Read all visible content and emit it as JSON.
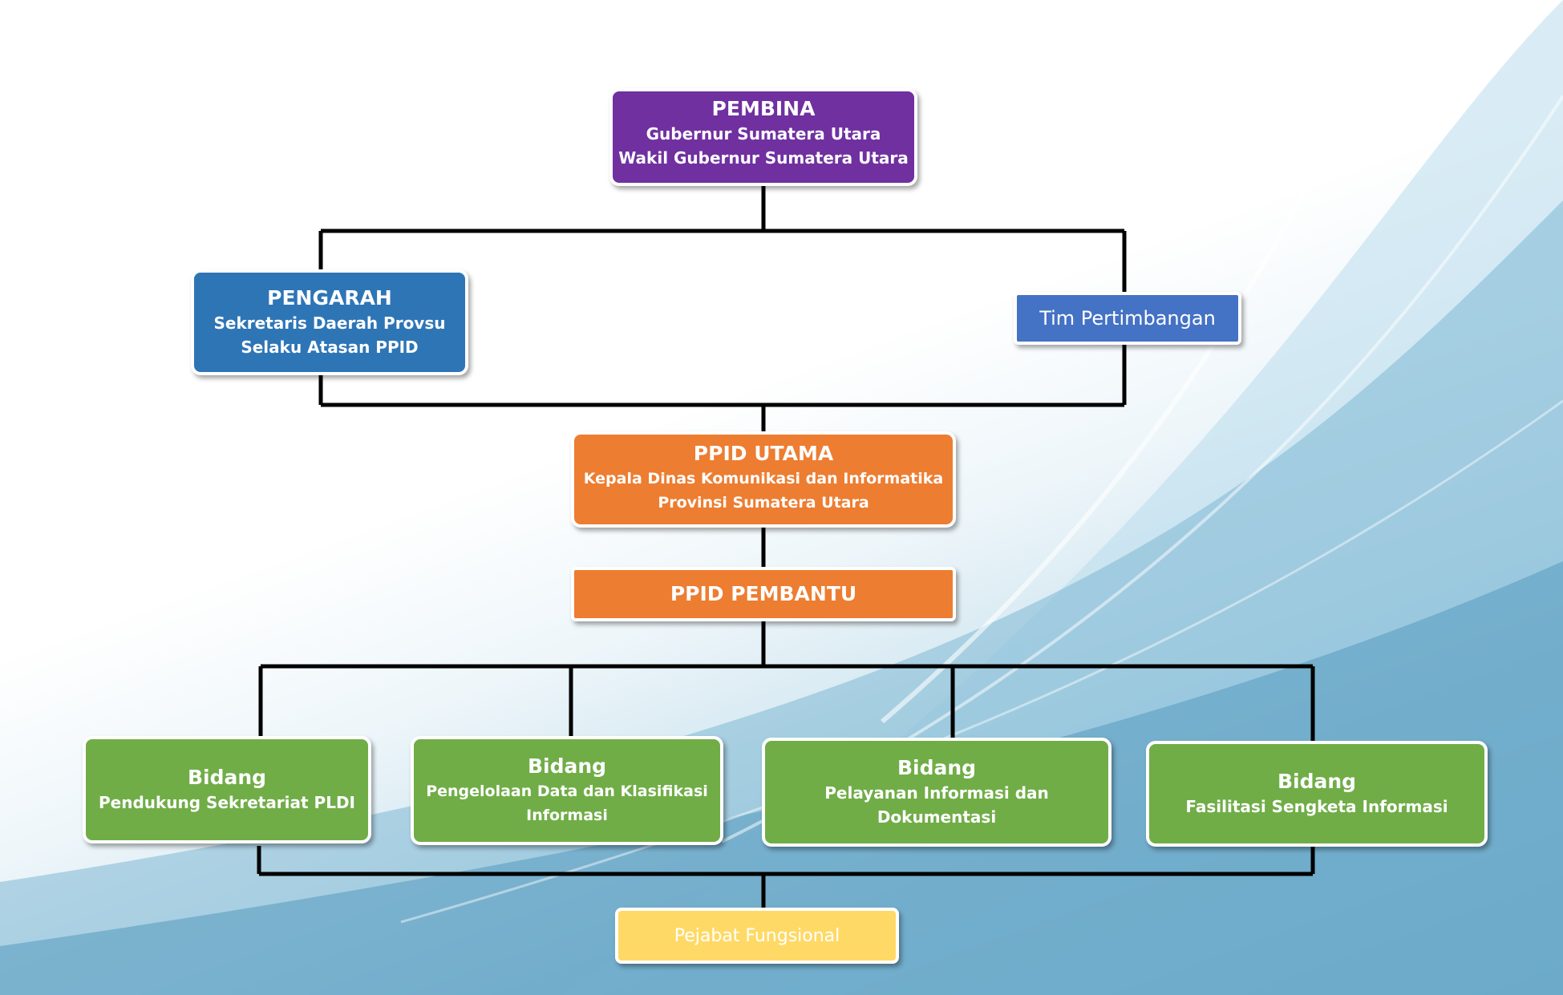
{
  "colors": {
    "pembina": "#7030a0",
    "pengarah": "#2e75b6",
    "tim": "#4472c4",
    "ppid": "#ed7d31",
    "bidang": "#70ad47",
    "pejabat": "#ffd966",
    "connector": "#000000"
  },
  "pembina": {
    "title": "PEMBINA",
    "line1": "Gubernur Sumatera Utara",
    "line2": "Wakil Gubernur Sumatera Utara"
  },
  "pengarah": {
    "title": "PENGARAH",
    "line1": "Sekretaris Daerah Provsu",
    "line2": "Selaku Atasan PPID"
  },
  "tim": {
    "label": "Tim Pertimbangan"
  },
  "ppid_utama": {
    "title": "PPID UTAMA",
    "line1": "Kepala Dinas Komunikasi dan Informatika",
    "line2": "Provinsi Sumatera Utara"
  },
  "ppid_pembantu": {
    "title": "PPID PEMBANTU"
  },
  "bidang": [
    {
      "title": "Bidang",
      "line1": "Pendukung Sekretariat PLDI",
      "line2": ""
    },
    {
      "title": "Bidang",
      "line1": "Pengelolaan Data dan Klasifikasi",
      "line2": "Informasi"
    },
    {
      "title": "Bidang",
      "line1": "Pelayanan Informasi dan",
      "line2": "Dokumentasi"
    },
    {
      "title": "Bidang",
      "line1": "Fasilitasi Sengketa Informasi",
      "line2": ""
    }
  ],
  "pejabat": {
    "label": "Pejabat Fungsional"
  }
}
